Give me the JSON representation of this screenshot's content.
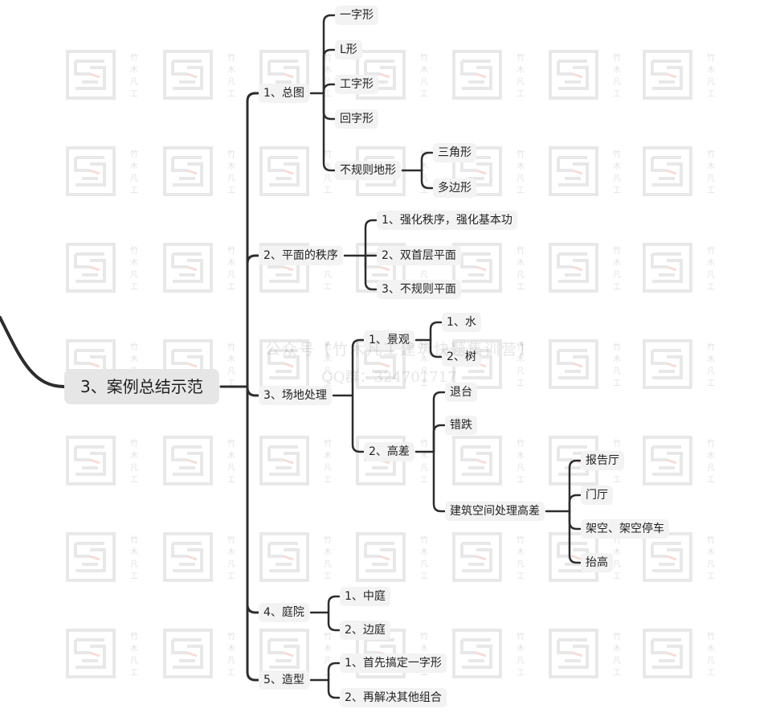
{
  "watermark": {
    "line1": "公众号【竹木凡工建筑快题集训营】",
    "line2": "QQ群：324701717",
    "seal_glyphs": "竹木凡工"
  },
  "colors": {
    "line": "#2d2d2d",
    "node_bg": "#f3f3f3",
    "root_bg": "#e6e6e6",
    "text": "#222222"
  },
  "mindmap": {
    "root": "3、案例总结示范",
    "branches": [
      {
        "label": "1、总图",
        "children": [
          {
            "label": "一字形"
          },
          {
            "label": "L形"
          },
          {
            "label": "工字形"
          },
          {
            "label": "回字形"
          },
          {
            "label": "不规则地形",
            "children": [
              {
                "label": "三角形"
              },
              {
                "label": "多边形"
              }
            ]
          }
        ]
      },
      {
        "label": "2、平面的秩序",
        "children": [
          {
            "label": "1、强化秩序，强化基本功"
          },
          {
            "label": "2、双首层平面"
          },
          {
            "label": "3、不规则平面"
          }
        ]
      },
      {
        "label": "3、场地处理",
        "children": [
          {
            "label": "1、景观",
            "children": [
              {
                "label": "1、水"
              },
              {
                "label": "2、树"
              }
            ]
          },
          {
            "label": "2、高差",
            "children": [
              {
                "label": "退台"
              },
              {
                "label": "错跌"
              },
              {
                "label": "建筑空间处理高差",
                "children": [
                  {
                    "label": "报告厅"
                  },
                  {
                    "label": "门厅"
                  },
                  {
                    "label": "架空、架空停车"
                  },
                  {
                    "label": "抬高"
                  }
                ]
              }
            ]
          }
        ]
      },
      {
        "label": "4、庭院",
        "children": [
          {
            "label": "1、中庭"
          },
          {
            "label": "2、边庭"
          }
        ]
      },
      {
        "label": "5、造型",
        "children": [
          {
            "label": "1、首先搞定一字形"
          },
          {
            "label": "2、再解决其他组合"
          }
        ]
      }
    ]
  }
}
